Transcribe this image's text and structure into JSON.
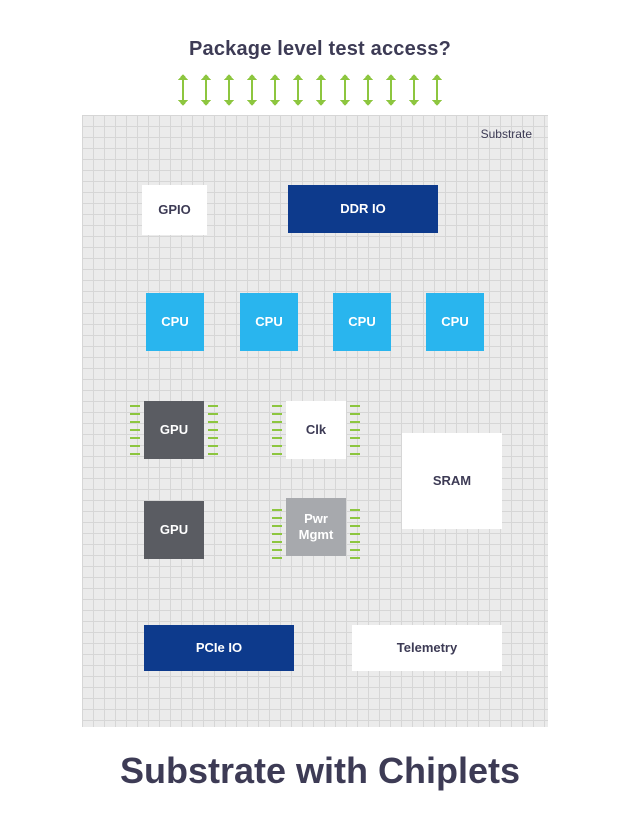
{
  "header": {
    "question": "Package level test access?"
  },
  "substrate": {
    "label": "Substrate"
  },
  "chips": {
    "gpio": "GPIO",
    "ddr_io": "DDR IO",
    "cpu_1": "CPU",
    "cpu_2": "CPU",
    "cpu_3": "CPU",
    "cpu_4": "CPU",
    "gpu_1": "GPU",
    "gpu_2": "GPU",
    "clk": "Clk",
    "pwr_mgmt": "Pwr Mgmt",
    "sram": "SRAM",
    "pcie_io": "PCIe IO",
    "telemetry": "Telemetry"
  },
  "caption": "Substrate with Chiplets",
  "colors": {
    "pin_green": "#8dc63f",
    "navy": "#0d3a8c",
    "cyan": "#29b5ee",
    "dark_gray": "#5a5c62",
    "light_gray": "#a7a9ad",
    "text": "#3d3b55"
  }
}
